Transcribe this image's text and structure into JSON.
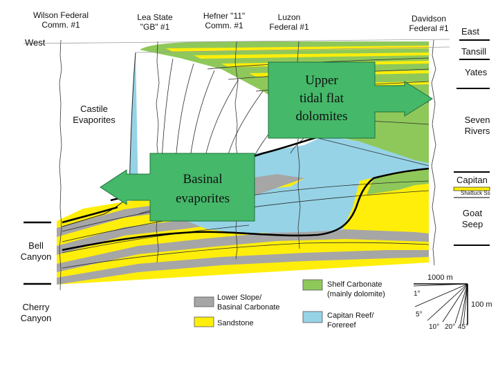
{
  "wells": [
    {
      "line1": "Wilson Federal",
      "line2": "Comm. #1"
    },
    {
      "line1": "Lea State",
      "line2": "\"GB\" #1"
    },
    {
      "line1": "Hefner \"11\"",
      "line2": "Comm. #1"
    },
    {
      "line1": "Luzon",
      "line2": "Federal #1"
    },
    {
      "line1": "Davidson",
      "line2": "Federal #1"
    }
  ],
  "directions": {
    "west": "West",
    "east": "East"
  },
  "left_units": {
    "castile": {
      "line1": "Castile",
      "line2": "Evaporites"
    },
    "bell": {
      "line1": "Bell",
      "line2": "Canyon"
    },
    "cherry": {
      "line1": "Cherry",
      "line2": "Canyon"
    }
  },
  "right_units": {
    "tansill": "Tansill",
    "yates": "Yates",
    "seven_rivers": {
      "line1": "Seven",
      "line2": "Rivers"
    },
    "capitan": "Capitan",
    "shattuck": "Shattuck Ss",
    "goat_seep": {
      "line1": "Goat",
      "line2": "Seep"
    }
  },
  "callouts": {
    "upper": {
      "line1": "Upper",
      "line2": "tidal flat",
      "line3": "dolomites"
    },
    "basinal": {
      "line1": "Basinal",
      "line2": "evaporites"
    }
  },
  "legend": {
    "lower_slope": {
      "line1": "Lower Slope/",
      "line2": "Basinal Carbonate"
    },
    "sandstone": "Sandstone",
    "shelf": {
      "line1": "Shelf Carbonate",
      "line2": "(mainly dolomite)"
    },
    "capitan_reef": {
      "line1": "Capitan Reef/",
      "line2": "Forereef"
    }
  },
  "scale": {
    "horizontal": "1000 m",
    "vertical": "100 m",
    "angles": [
      "1°",
      "5°",
      "10°",
      "20°",
      "45°"
    ]
  },
  "colors": {
    "shelf": "#8fc85a",
    "reef": "#96d3e6",
    "sand": "#ffee0a",
    "slope": "#a6a6a6",
    "callout": "#45b86a"
  }
}
